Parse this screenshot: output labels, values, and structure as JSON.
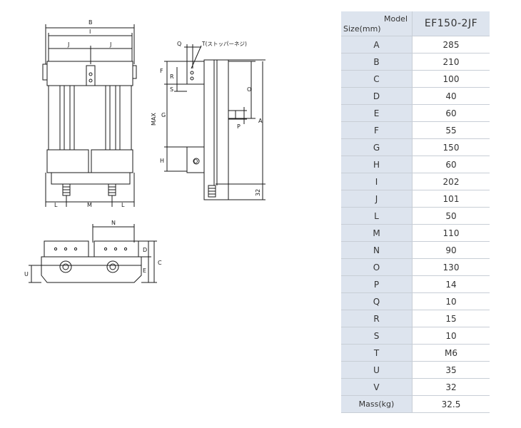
{
  "table": {
    "header": {
      "model_label": "Model",
      "size_label": "Size(mm)",
      "model_name": "EF150-2JF"
    },
    "rows": [
      {
        "key": "A",
        "value": "285"
      },
      {
        "key": "B",
        "value": "210"
      },
      {
        "key": "C",
        "value": "100"
      },
      {
        "key": "D",
        "value": "40"
      },
      {
        "key": "E",
        "value": "60"
      },
      {
        "key": "F",
        "value": "55"
      },
      {
        "key": "G",
        "value": "150"
      },
      {
        "key": "H",
        "value": "60"
      },
      {
        "key": "I",
        "value": "202"
      },
      {
        "key": "J",
        "value": "101"
      },
      {
        "key": "L",
        "value": "50"
      },
      {
        "key": "M",
        "value": "110"
      },
      {
        "key": "N",
        "value": "90"
      },
      {
        "key": "O",
        "value": "130"
      },
      {
        "key": "P",
        "value": "14"
      },
      {
        "key": "Q",
        "value": "10"
      },
      {
        "key": "R",
        "value": "15"
      },
      {
        "key": "S",
        "value": "10"
      },
      {
        "key": "T",
        "value": "M6"
      },
      {
        "key": "U",
        "value": "35"
      },
      {
        "key": "V",
        "value": "32"
      }
    ],
    "mass": {
      "key": "Mass(kg)",
      "value": "32.5"
    }
  },
  "drawing": {
    "front": {
      "b": "B",
      "i": "I",
      "j_left": "J",
      "j_right": "J",
      "l_left": "L",
      "m": "M",
      "l_right": "L"
    },
    "side": {
      "q": "Q",
      "t_note": "T(ストッパーネジ)",
      "f": "F",
      "r": "R",
      "s": "S",
      "max": "MAX",
      "g": "G",
      "h": "H",
      "o": "O",
      "p": "P",
      "a": "A",
      "thirty_two": "32"
    },
    "top": {
      "n": "N",
      "d": "D",
      "c": "C",
      "e": "E",
      "u": "U"
    }
  },
  "colors": {
    "table_key_bg": "#dde4ee",
    "table_border": "#c8ced6",
    "line": "#1a1a1a"
  }
}
